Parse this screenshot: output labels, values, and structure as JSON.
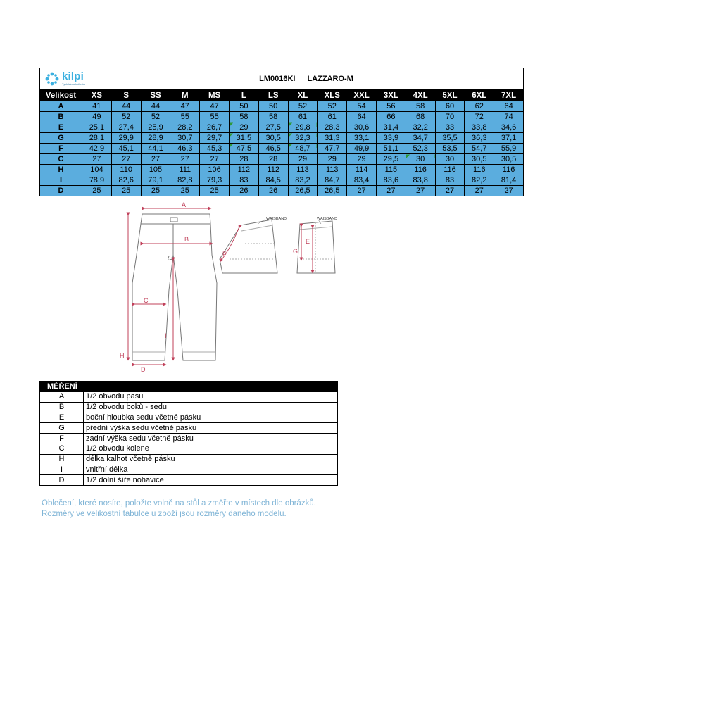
{
  "brand": {
    "name": "kilpi",
    "tagline": "Tykkään ulkoilusta",
    "accent": "#3bb0e0"
  },
  "product": {
    "code": "LM0016KI",
    "name": "LAZZARO-M"
  },
  "size_table": {
    "corner_label": "Velikost",
    "sizes": [
      "XS",
      "S",
      "SS",
      "M",
      "MS",
      "L",
      "LS",
      "XL",
      "XLS",
      "XXL",
      "3XL",
      "4XL",
      "5XL",
      "6XL",
      "7XL"
    ],
    "rows": [
      {
        "label": "A",
        "values": [
          "41",
          "44",
          "44",
          "47",
          "47",
          "50",
          "50",
          "52",
          "52",
          "54",
          "56",
          "58",
          "60",
          "62",
          "64"
        ]
      },
      {
        "label": "B",
        "values": [
          "49",
          "52",
          "52",
          "55",
          "55",
          "58",
          "58",
          "61",
          "61",
          "64",
          "66",
          "68",
          "70",
          "72",
          "74"
        ]
      },
      {
        "label": "E",
        "values": [
          "25,1",
          "27,4",
          "25,9",
          "28,2",
          "26,7",
          "29",
          "27,5",
          "29,8",
          "28,3",
          "30,6",
          "31,4",
          "32,2",
          "33",
          "33,8",
          "34,6"
        ]
      },
      {
        "label": "G",
        "values": [
          "28,1",
          "29,9",
          "28,9",
          "30,7",
          "29,7",
          "31,5",
          "30,5",
          "32,3",
          "31,3",
          "33,1",
          "33,9",
          "34,7",
          "35,5",
          "36,3",
          "37,1"
        ]
      },
      {
        "label": "F",
        "values": [
          "42,9",
          "45,1",
          "44,1",
          "46,3",
          "45,3",
          "47,5",
          "46,5",
          "48,7",
          "47,7",
          "49,9",
          "51,1",
          "52,3",
          "53,5",
          "54,7",
          "55,9"
        ]
      },
      {
        "label": "C",
        "values": [
          "27",
          "27",
          "27",
          "27",
          "27",
          "28",
          "28",
          "29",
          "29",
          "29",
          "29,5",
          "30",
          "30",
          "30,5",
          "30,5"
        ]
      },
      {
        "label": "H",
        "values": [
          "104",
          "110",
          "105",
          "111",
          "106",
          "112",
          "112",
          "113",
          "113",
          "114",
          "115",
          "116",
          "116",
          "116",
          "116"
        ]
      },
      {
        "label": "I",
        "values": [
          "78,9",
          "82,6",
          "79,1",
          "82,8",
          "79,3",
          "83",
          "84,5",
          "83,2",
          "84,7",
          "83,4",
          "83,6",
          "83,8",
          "83",
          "82,2",
          "81,4"
        ]
      },
      {
        "label": "D",
        "values": [
          "25",
          "25",
          "25",
          "25",
          "25",
          "26",
          "26",
          "26,5",
          "26,5",
          "27",
          "27",
          "27",
          "27",
          "27",
          "27"
        ]
      }
    ],
    "header_bg": "#000000",
    "cell_bg": "#5badde"
  },
  "diagram": {
    "pants_labels": [
      "A",
      "B",
      "C",
      "H",
      "I",
      "D"
    ],
    "waist_front_labels": [
      "F"
    ],
    "waist_side_labels": [
      "E",
      "G"
    ],
    "waistband_label": "WAISBAND",
    "waistband_label_2": "WAISBAND",
    "line_color": "#c0405a"
  },
  "measurements": {
    "header": "MĚŘENÍ",
    "items": [
      {
        "code": "A",
        "desc": "1/2 obvodu pasu"
      },
      {
        "code": "B",
        "desc": "1/2 obvodu boků - sedu"
      },
      {
        "code": "E",
        "desc": "boční hloubka sedu včetně pásku"
      },
      {
        "code": "G",
        "desc": "přední výška sedu včetně pásku"
      },
      {
        "code": "F",
        "desc": "zadní výška sedu včetně pásku"
      },
      {
        "code": "C",
        "desc": "1/2 obvodu kolene"
      },
      {
        "code": "H",
        "desc": "délka kalhot včetně pásku"
      },
      {
        "code": "I",
        "desc": "vnitřní délka"
      },
      {
        "code": "D",
        "desc": "1/2 dolní šíře nohavice"
      }
    ]
  },
  "notes": {
    "line1": "Oblečení, které nosíte, položte volně na stůl a změřte v místech dle obrázků.",
    "line2": "Rozměry ve velikostní tabulce u zboží jsou rozměry daného modelu.",
    "color": "#7fb4d6"
  }
}
